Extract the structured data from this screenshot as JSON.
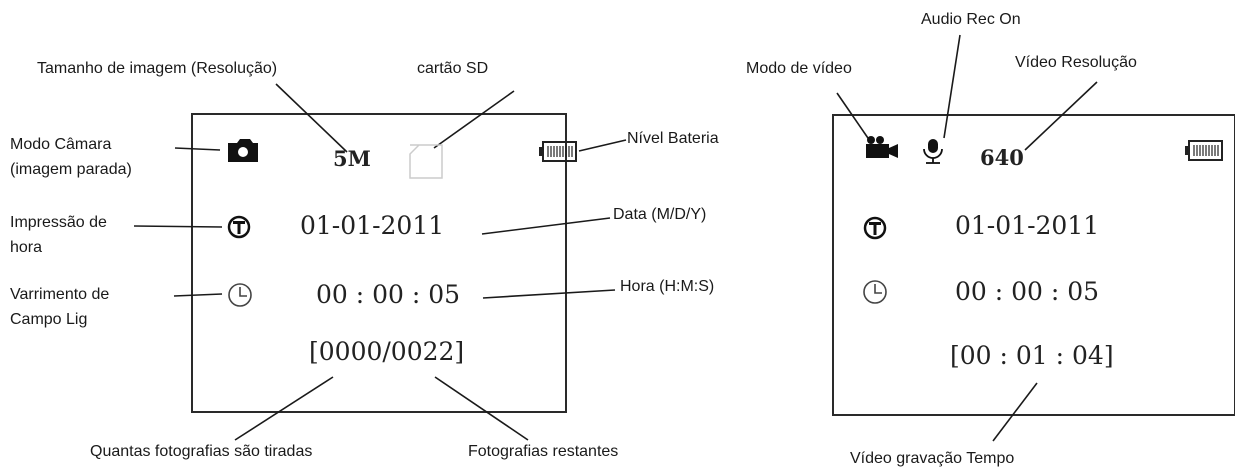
{
  "photo_screen": {
    "labels": {
      "image_size": "Tamanho de imagem (Resolução)",
      "sd_card": "cartão SD",
      "camera_mode_line1": "Modo Câmara",
      "camera_mode_line2": "(imagem parada)",
      "battery_level": "Nível Bateria",
      "timestamp_line1": "Impressão de",
      "timestamp_line2": "hora",
      "date": "Data (M/D/Y)",
      "field_scan_line1": "Varrimento de",
      "field_scan_line2": "Campo Lig",
      "time": "Hora (H:M:S)",
      "photos_taken": "Quantas fotografias são tiradas",
      "photos_remaining": "Fotografias restantes"
    },
    "display": {
      "resolution": "5M",
      "date": "01-01-2011",
      "time": "00 : 00 : 05",
      "counter": "[0000/0022]"
    }
  },
  "video_screen": {
    "labels": {
      "audio_rec": "Audio Rec On",
      "video_mode": "Modo de vídeo",
      "video_resolution": "Vídeo Resolução",
      "recording_time": "Vídeo gravação Tempo"
    },
    "display": {
      "resolution": "640",
      "date": "01-01-2011",
      "time": "00 : 00 : 05",
      "rec_time": "[00 : 01 : 04]"
    }
  },
  "icons": [
    "camera-icon",
    "battery-icon",
    "sd-card-icon",
    "timestamp-icon",
    "clock-icon",
    "video-camera-icon",
    "microphone-icon"
  ],
  "colors": {
    "line": "#1a1a1a",
    "screen_border": "#2a2a2a",
    "sd_outline": "#cccccc"
  }
}
